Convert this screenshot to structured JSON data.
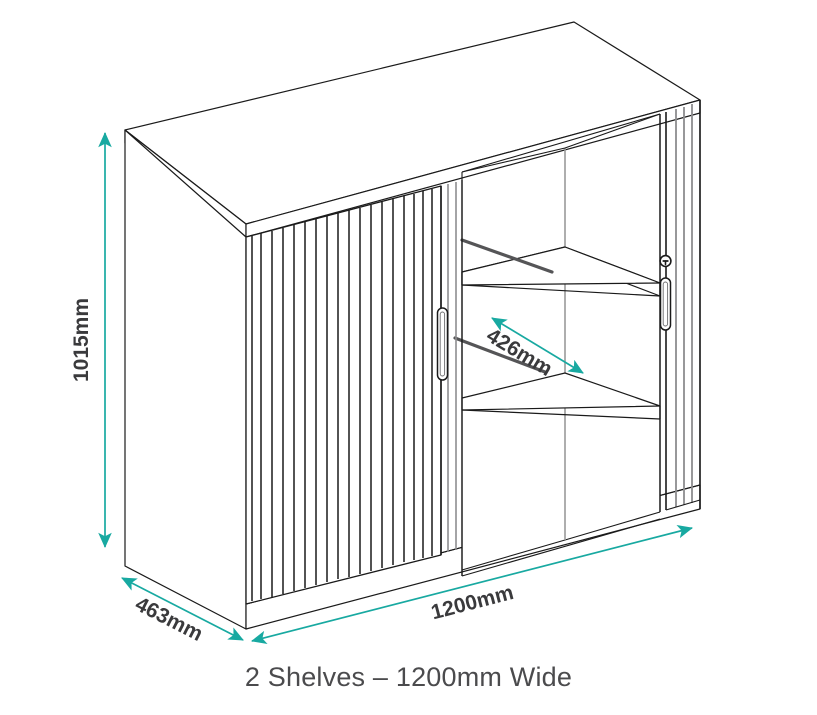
{
  "figure": {
    "title": "Tambour cabinet isometric dimension drawing",
    "caption": "2 Shelves – 1200mm Wide",
    "background_color": "#ffffff",
    "line_color": "#1a1a1a",
    "dimension_color": "#18a9a1",
    "text_color": "#3a3a3c",
    "caption_color": "#4b4b4d"
  },
  "dimensions": {
    "height": {
      "label": "1015mm",
      "value": 1015,
      "unit": "mm",
      "axis": "height",
      "orientation": "vertical",
      "position": "left"
    },
    "depth": {
      "label": "463mm",
      "value": 463,
      "unit": "mm",
      "axis": "depth",
      "orientation": "diagonal",
      "position": "bottom-left"
    },
    "width": {
      "label": "1200mm",
      "value": 1200,
      "unit": "mm",
      "axis": "width",
      "orientation": "diagonal",
      "position": "bottom-right"
    },
    "shelf_depth": {
      "label": "426mm",
      "value": 426,
      "unit": "mm",
      "axis": "internal-shelf-depth",
      "orientation": "diagonal",
      "position": "interior-shelf"
    }
  },
  "cabinet": {
    "type": "tambour-door-cabinet",
    "shelf_count": 2,
    "door_style": "sliding tambour",
    "parts": {
      "carcass": "carcass-body",
      "top_panel": "top-panel",
      "plinth": "base-plinth",
      "left_door": "left-tambour-door",
      "right_door": "right-tambour-door",
      "left_handle": "left-door-handle",
      "right_handle": "right-door-handle",
      "lock": "door-lock",
      "shelf_upper": "upper-shelf",
      "shelf_lower": "lower-shelf"
    }
  }
}
